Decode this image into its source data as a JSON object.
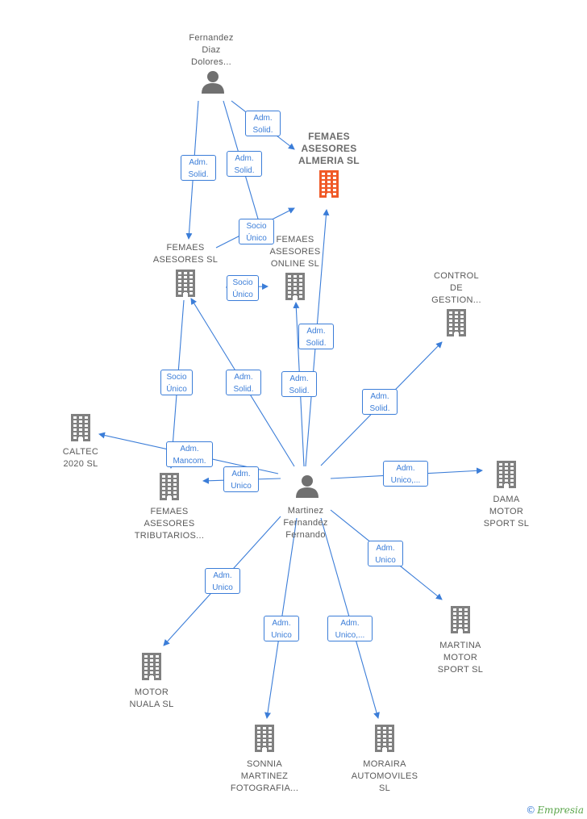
{
  "colors": {
    "edge": "#3b7dd8",
    "company_icon": "#808080",
    "focus_icon": "#f05a28",
    "person_icon": "#707070"
  },
  "nodes": [
    {
      "id": "fernandez",
      "type": "person",
      "label": "Fernandez\nDiaz\nDolores..."
    },
    {
      "id": "femaes_almeria",
      "type": "company",
      "focus": true,
      "label": "FEMAES\nASESORES\nALMERIA  SL"
    },
    {
      "id": "femaes_sl",
      "type": "company",
      "label": "FEMAES\nASESORES  SL"
    },
    {
      "id": "femaes_online",
      "type": "company",
      "label": "FEMAES\nASESORES\nONLINE  SL"
    },
    {
      "id": "control",
      "type": "company",
      "label": "CONTROL\nDE\nGESTION..."
    },
    {
      "id": "caltec",
      "type": "company",
      "label": "CALTEC\n2020  SL"
    },
    {
      "id": "femaes_trib",
      "type": "company",
      "label": "FEMAES\nASESORES\nTRIBUTARIOS..."
    },
    {
      "id": "martinez",
      "type": "person",
      "label": "Martinez\nFernandez\nFernando"
    },
    {
      "id": "dama",
      "type": "company",
      "label": "DAMA\nMOTOR\nSPORT  SL"
    },
    {
      "id": "martina",
      "type": "company",
      "label": "MARTINA\nMOTOR\nSPORT SL"
    },
    {
      "id": "motor_nuala",
      "type": "company",
      "label": "MOTOR\nNUALA SL"
    },
    {
      "id": "sonnia",
      "type": "company",
      "label": "SONNIA\nMARTINEZ\nFOTOGRAFIA..."
    },
    {
      "id": "moraira",
      "type": "company",
      "label": "MORAIRA\nAUTOMOVILES\nSL"
    }
  ],
  "edges": [
    {
      "from": "fernandez",
      "to": "femaes_almeria",
      "label": "Adm.\nSolid."
    },
    {
      "from": "fernandez",
      "to": "femaes_sl",
      "label": "Adm.\nSolid."
    },
    {
      "from": "fernandez",
      "to": "femaes_online",
      "label": "Adm.\nSolid."
    },
    {
      "from": "femaes_sl",
      "to": "femaes_almeria",
      "label": "Socio\nÚnico"
    },
    {
      "from": "femaes_sl",
      "to": "femaes_online",
      "label": "Socio\nÚnico"
    },
    {
      "from": "femaes_sl",
      "to": "femaes_trib",
      "label": "Socio\nÚnico"
    },
    {
      "from": "martinez",
      "to": "femaes_almeria",
      "label": "Adm.\nSolid."
    },
    {
      "from": "martinez",
      "to": "femaes_online",
      "label": "Adm.\nSolid."
    },
    {
      "from": "martinez",
      "to": "femaes_sl",
      "label": "Adm.\nSolid."
    },
    {
      "from": "martinez",
      "to": "control",
      "label": "Adm.\nSolid."
    },
    {
      "from": "martinez",
      "to": "caltec",
      "label": "Adm.\nMancom."
    },
    {
      "from": "martinez",
      "to": "femaes_trib",
      "label": "Adm.\nUnico"
    },
    {
      "from": "martinez",
      "to": "dama",
      "label": "Adm.\nUnico,..."
    },
    {
      "from": "martinez",
      "to": "martina",
      "label": "Adm.\nUnico"
    },
    {
      "from": "martinez",
      "to": "motor_nuala",
      "label": "Adm.\nUnico"
    },
    {
      "from": "martinez",
      "to": "sonnia",
      "label": "Adm.\nUnico"
    },
    {
      "from": "martinez",
      "to": "moraira",
      "label": "Adm.\nUnico,..."
    }
  ],
  "brand": {
    "copyright": "©",
    "name": "Empresia"
  }
}
